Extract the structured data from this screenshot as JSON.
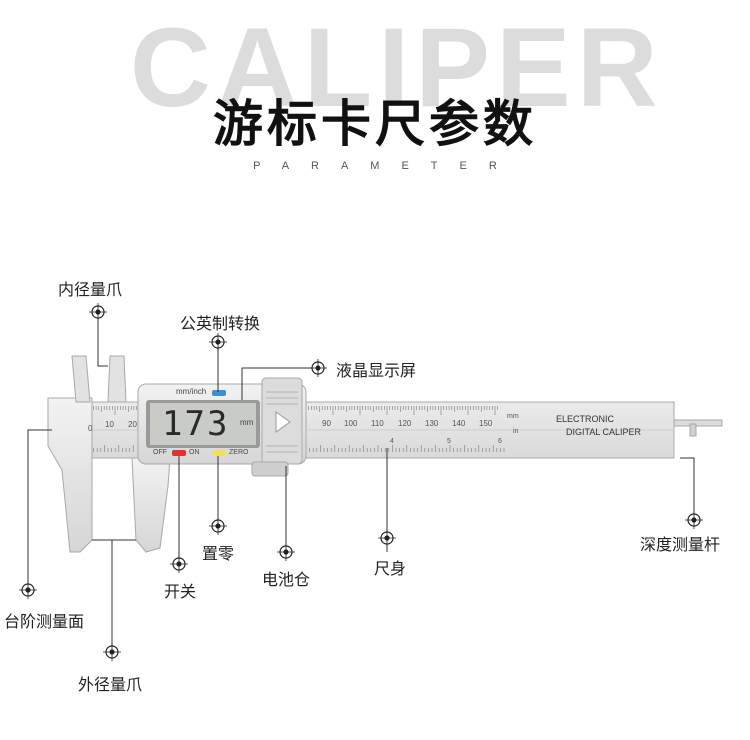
{
  "header": {
    "bg_word": "CALIPER",
    "title": "游标卡尺参数",
    "subtitle": "PARAMETER"
  },
  "caliper": {
    "display_reading": "173",
    "display_unit": "mm",
    "unit_label": "mm/inch",
    "off_label": "OFF",
    "on_label": "ON",
    "zero_label": "ZERO",
    "brand_line1": "ELECTRONIC",
    "brand_line2": "DIGITAL CALIPER",
    "scale_mm_label": "mm",
    "scale_in_label": "in",
    "jaw_scale_numbers": [
      "0",
      "10",
      "20"
    ],
    "main_scale_numbers": [
      "90",
      "100",
      "110",
      "120",
      "130",
      "140",
      "150"
    ],
    "inch_scale_numbers": [
      "4",
      "5",
      "6"
    ]
  },
  "labels": {
    "inner_jaw": "内径量爪",
    "unit_switch": "公英制转换",
    "lcd": "液晶显示屏",
    "zero": "置零",
    "battery": "电池仓",
    "power": "开关",
    "ruler": "尺身",
    "depth_rod": "深度测量杆",
    "step": "台阶测量面",
    "outer_jaw": "外径量爪"
  },
  "colors": {
    "body": "#e4e4e4",
    "edge": "#a8a8a8",
    "lcd": "#c9cbc6",
    "unit_button": "#3f8fd6",
    "on_button": "#e03030",
    "zero_button": "#f0e060",
    "marker": "#222222"
  }
}
